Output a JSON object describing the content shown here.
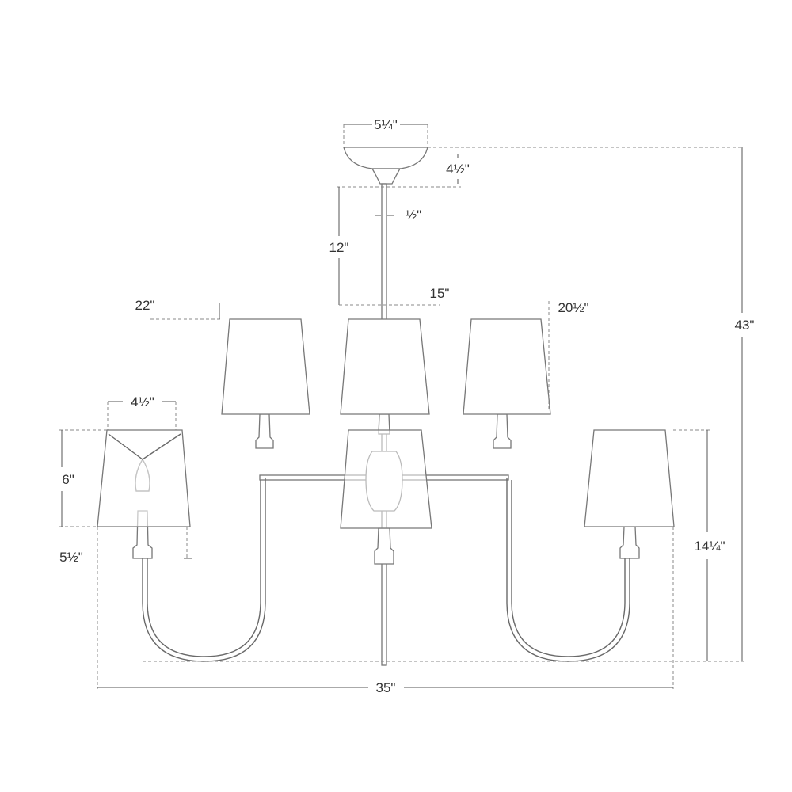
{
  "title": "Chandelier dimension diagram",
  "dimensions": {
    "canopy_width": "5¼\"",
    "canopy_height": "4½\"",
    "stem_diameter": "½\"",
    "stem_length": "12\"",
    "upper_arm_label": "15\"",
    "upper_left": "22\"",
    "upper_right": "20½\"",
    "overall_height": "43\"",
    "shade_width": "4½\"",
    "shade_height": "6\"",
    "lower_offset": "5½\"",
    "body_height": "14¼\"",
    "overall_width": "35\""
  }
}
